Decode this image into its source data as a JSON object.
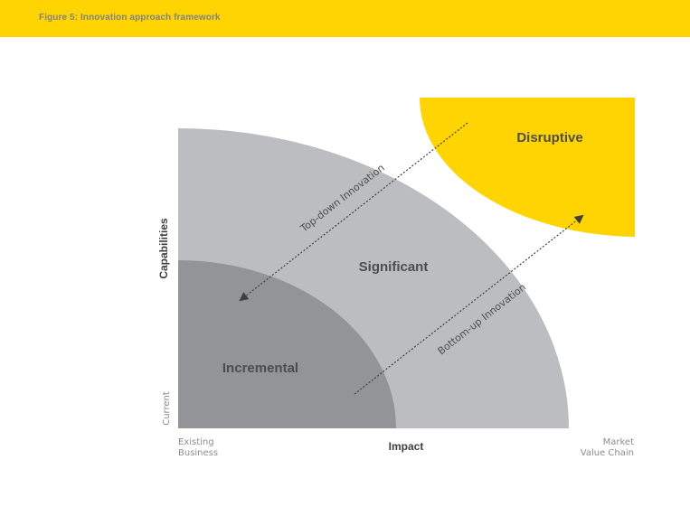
{
  "figure_title": "Figure 5: Innovation approach framework",
  "zones": {
    "incremental": "Incremental",
    "significant": "Significant",
    "disruptive": "Disruptive"
  },
  "arrows": {
    "top_down": "Top-down Innovation",
    "bottom_up": "Bottom-up Innovation"
  },
  "axes": {
    "x_title": "Impact",
    "x_start_line1": "Existing",
    "x_start_line2": "Business",
    "x_end_line1": "Market",
    "x_end_line2": "Value Chain",
    "y_title": "Capabilities",
    "y_start": "Current"
  },
  "colors": {
    "brand_yellow": "#ffd400",
    "significant_grey": "#bcbdc0",
    "incremental_grey": "#929497",
    "text_dark": "#4d4d4f"
  }
}
